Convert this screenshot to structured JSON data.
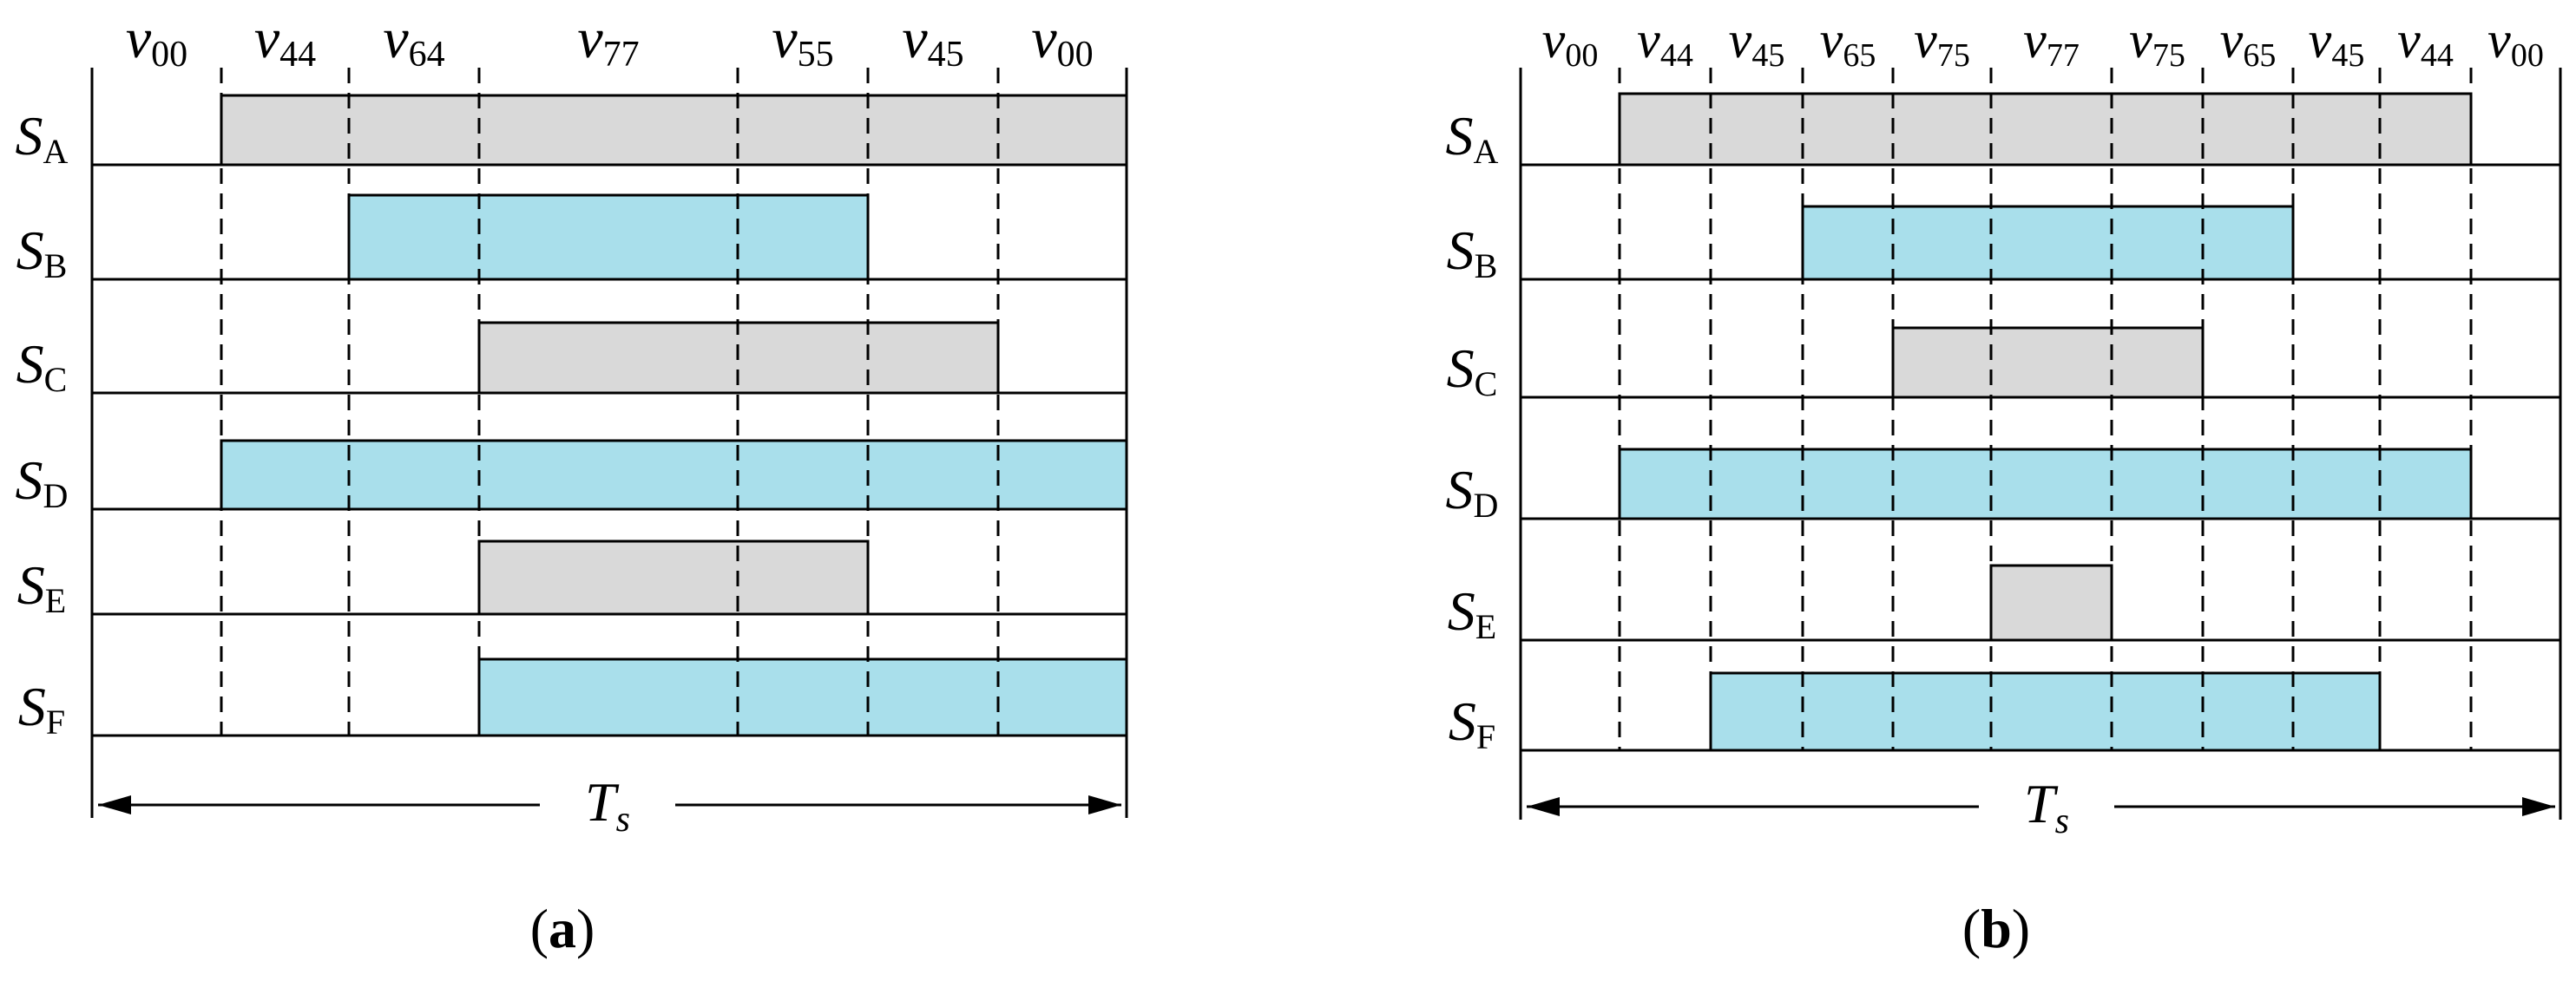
{
  "colors": {
    "gray": "#D9D9D9",
    "blue": "#A9DFEB",
    "line": "#000000"
  },
  "panels": [
    {
      "id": "a",
      "caption": "a",
      "period_label": "T",
      "period_sub": "s",
      "vectors": [
        {
          "base": "v",
          "sub": "00"
        },
        {
          "base": "v",
          "sub": "44"
        },
        {
          "base": "v",
          "sub": "64"
        },
        {
          "base": "v",
          "sub": "77"
        },
        {
          "base": "v",
          "sub": "55"
        },
        {
          "base": "v",
          "sub": "45"
        },
        {
          "base": "v",
          "sub": "00"
        }
      ],
      "signals": [
        {
          "name": "S",
          "sub": "A",
          "on": 1,
          "off": 7,
          "color": "gray"
        },
        {
          "name": "S",
          "sub": "B",
          "on": 2,
          "off": 5,
          "color": "blue"
        },
        {
          "name": "S",
          "sub": "C",
          "on": 3,
          "off": 6,
          "color": "gray"
        },
        {
          "name": "S",
          "sub": "D",
          "on": 1,
          "off": 7,
          "color": "blue"
        },
        {
          "name": "S",
          "sub": "E",
          "on": 3,
          "off": 5,
          "color": "gray"
        },
        {
          "name": "S",
          "sub": "F",
          "on": 3,
          "off": 7,
          "color": "blue"
        }
      ]
    },
    {
      "id": "b",
      "caption": "b",
      "period_label": "T",
      "period_sub": "s",
      "vectors": [
        {
          "base": "v",
          "sub": "00"
        },
        {
          "base": "v",
          "sub": "44"
        },
        {
          "base": "v",
          "sub": "45"
        },
        {
          "base": "v",
          "sub": "65"
        },
        {
          "base": "v",
          "sub": "75"
        },
        {
          "base": "v",
          "sub": "77"
        },
        {
          "base": "v",
          "sub": "75"
        },
        {
          "base": "v",
          "sub": "65"
        },
        {
          "base": "v",
          "sub": "45"
        },
        {
          "base": "v",
          "sub": "44"
        },
        {
          "base": "v",
          "sub": "00"
        }
      ],
      "signals": [
        {
          "name": "S",
          "sub": "A",
          "on": 1,
          "off": 10,
          "color": "gray"
        },
        {
          "name": "S",
          "sub": "B",
          "on": 3,
          "off": 8,
          "color": "blue"
        },
        {
          "name": "S",
          "sub": "C",
          "on": 4,
          "off": 7,
          "color": "gray"
        },
        {
          "name": "S",
          "sub": "D",
          "on": 1,
          "off": 10,
          "color": "blue"
        },
        {
          "name": "S",
          "sub": "E",
          "on": 5,
          "off": 6,
          "color": "gray"
        },
        {
          "name": "S",
          "sub": "F",
          "on": 2,
          "off": 9,
          "color": "blue"
        }
      ]
    }
  ]
}
